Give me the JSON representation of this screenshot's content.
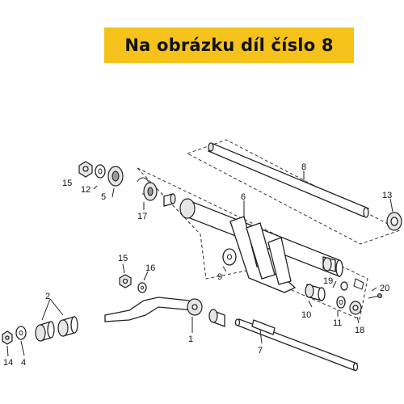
{
  "banner": {
    "text": "Na obrázku díl číslo 8",
    "color": "#f4c21a"
  },
  "parts": {
    "p1": "1",
    "p2": "2",
    "p4": "4",
    "p5": "5",
    "p6": "6",
    "p7": "7",
    "p8": "8",
    "p9": "9",
    "p10": "10",
    "p11": "11",
    "p12": "12",
    "p13": "13",
    "p14": "14",
    "p15a": "15",
    "p15b": "15",
    "p16": "16",
    "p17": "17",
    "p18": "18",
    "p19": "19",
    "p20": "20"
  }
}
